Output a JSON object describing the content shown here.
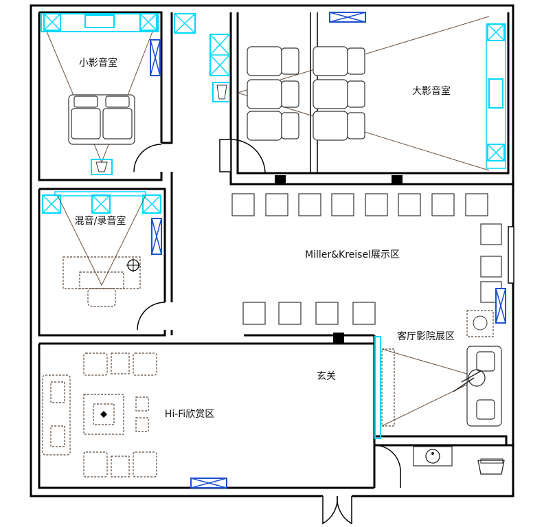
{
  "rooms": {
    "small_theater": "小影音室",
    "big_theater": "大影音室",
    "mixing_room": "混音/录音室",
    "showroom": "Miller&Kreisel展示区",
    "living_theater": "客厅影院展区",
    "foyer": "玄关",
    "hifi": "Hi-Fi欣赏区"
  },
  "colors": {
    "wall": "#000000",
    "speaker_cyan": "#00d8ff",
    "speaker_blue": "#1a4fd0",
    "sightline": "#6b4f3a"
  }
}
